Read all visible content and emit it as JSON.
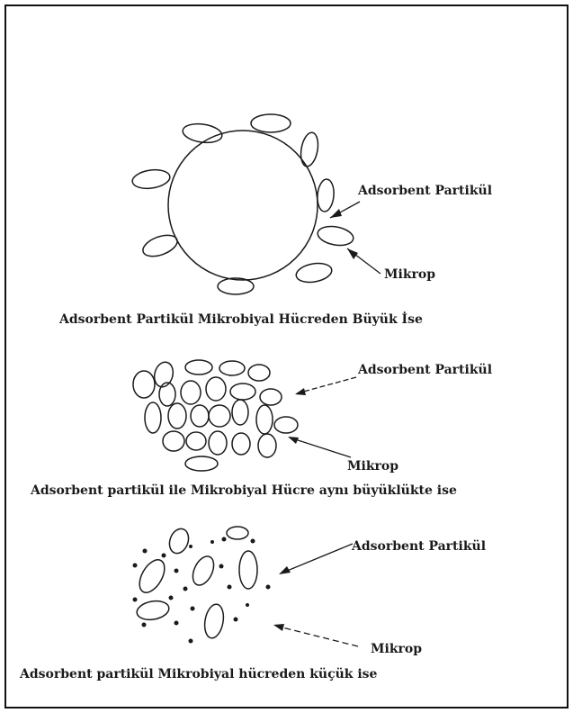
{
  "panels": [
    {
      "label_particle": "Adsorbent Partikül",
      "label_microbe": "Mikrop",
      "caption": "Adsorbent Partikül Mikrobiyal Hücreden Büyük İse"
    },
    {
      "label_particle": "Adsorbent Partikül",
      "label_microbe": "Mikrop",
      "caption": "Adsorbent partikül ile Mikrobiyal Hücre aynı büyüklükte ise"
    },
    {
      "label_particle": "Adsorbent Partikül",
      "label_microbe": "Mikrop",
      "caption": "Adsorbent partikül Mikrobiyal hücreden küçük ise"
    }
  ]
}
